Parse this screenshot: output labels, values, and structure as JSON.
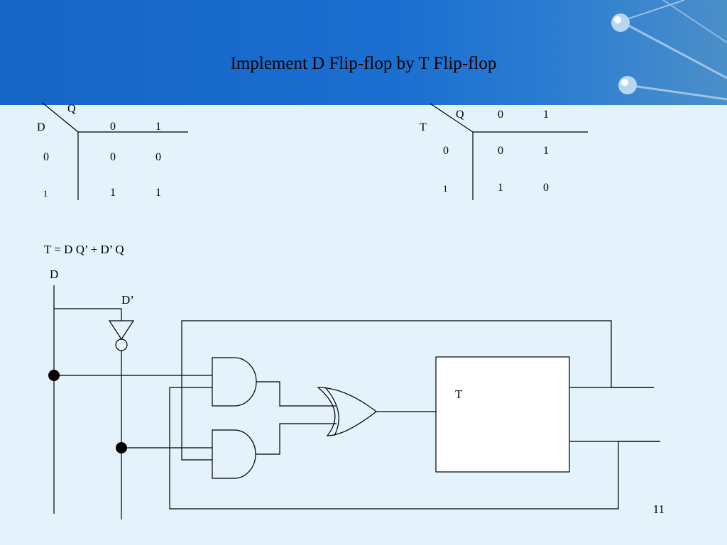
{
  "slide": {
    "title": "Implement D Flip-flop by T Flip-flop",
    "page_number": "11"
  },
  "d_table": {
    "col_header": "Q",
    "row_header": "D",
    "col_values": [
      "0",
      "1"
    ],
    "rows": [
      {
        "label": "0",
        "cells": [
          "0",
          "0"
        ]
      },
      {
        "label": "1",
        "cells": [
          "1",
          "1"
        ]
      }
    ]
  },
  "t_table": {
    "col_header": "Q",
    "row_header": "T",
    "col_values": [
      "0",
      "1"
    ],
    "rows": [
      {
        "label": "0",
        "cells": [
          "0",
          "1"
        ]
      },
      {
        "label": "1",
        "cells": [
          "1",
          "0"
        ]
      }
    ]
  },
  "equation": "T = D Q’  +  D’ Q",
  "circuit": {
    "input_label": "D",
    "inverted_label": "D’",
    "flipflop_label": "T"
  },
  "colors": {
    "banner": "#1565c6",
    "background": "#e3f2fb"
  }
}
